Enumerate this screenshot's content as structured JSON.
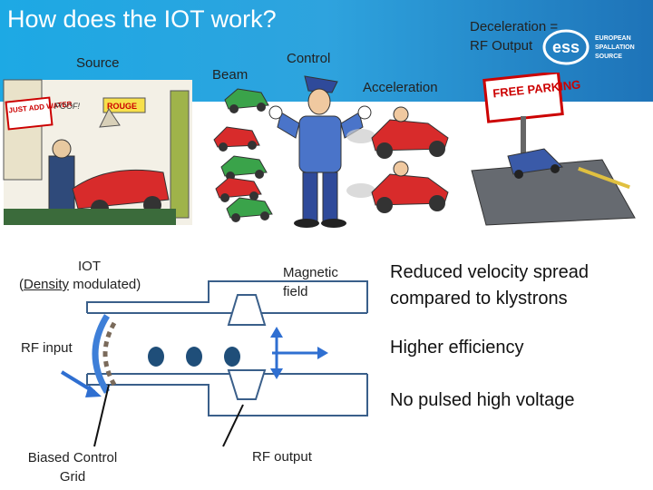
{
  "slide": {
    "title": "How does the IOT work?",
    "labels": {
      "source": "Source",
      "beam": "Beam",
      "control": "Control",
      "acceleration": "Acceleration",
      "deceleration": "Deceleration = RF Output",
      "iot": "IOT",
      "density_prefix": "(",
      "density": "Density",
      "density_suffix": " modulated)",
      "magnetic_field": "Magnetic field",
      "rf_input": "RF input",
      "biased_grid": "Biased Control Grid",
      "rf_output": "RF output"
    },
    "bullets": [
      "Reduced velocity spread compared to klystrons",
      "Higher efficiency",
      "No pulsed high voltage"
    ],
    "logo": {
      "name": "ess",
      "line1": "EUROPEAN",
      "line2": "SPALLATION",
      "line3": "SOURCE"
    },
    "signs": {
      "water_sign": "JUST ADD WATER",
      "poof": "POOF!",
      "rouge": "ROUGE",
      "free_parking": "FREE PARKING"
    },
    "colors": {
      "header": "#1da9e4",
      "diagram_line": "#3a5f8a",
      "beam_dot": "#1f4e79",
      "arrow_blue": "#2f6fd1",
      "grid_blue": "#3e7fd8"
    }
  }
}
